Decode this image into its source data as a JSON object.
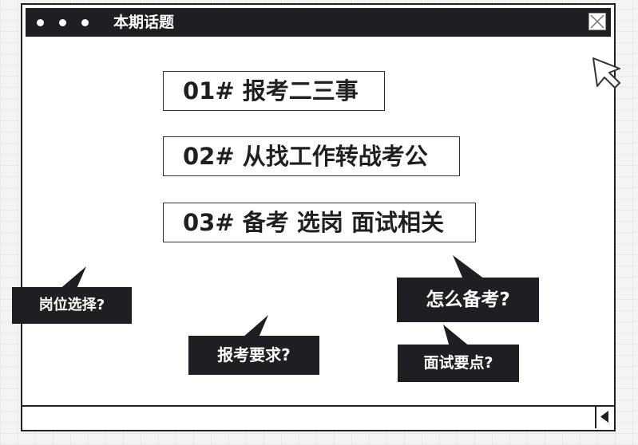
{
  "window": {
    "title": "本期话题"
  },
  "topics": [
    {
      "label": "01# 报考二三事"
    },
    {
      "label": "02# 从找工作转战考公"
    },
    {
      "label": "03# 备考 选岗 面试相关"
    }
  ],
  "bubbles": {
    "position_choice": "岗位选择?",
    "requirements": "报考要求?",
    "how_to_prepare": "怎么备考?",
    "interview_points": "面试要点?"
  },
  "colors": {
    "dark": "#1f1f23",
    "window_bg": "#ffffff",
    "page_bg": "#f4f4f4"
  },
  "icons": [
    "close-icon",
    "cursor-icon",
    "triangle-left-icon"
  ]
}
